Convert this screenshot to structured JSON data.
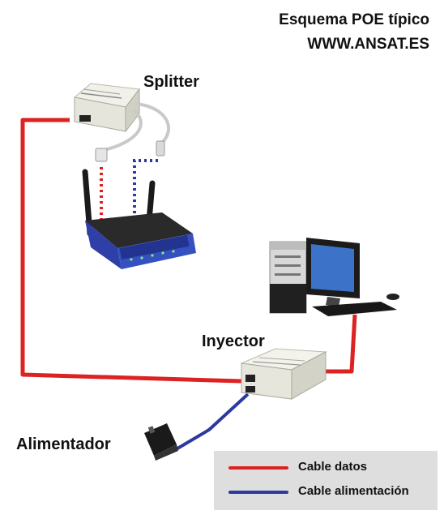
{
  "title": {
    "line1": "Esquema POE típico",
    "line2": "WWW.ANSAT.ES"
  },
  "labels": {
    "splitter": "Splitter",
    "inyector": "Inyector",
    "alimentador": "Alimentador"
  },
  "legend": {
    "items": [
      {
        "label": "Cable datos",
        "color": "#dd2222"
      },
      {
        "label": "Cable alimentación",
        "color": "#2c3aa0"
      }
    ]
  },
  "colors": {
    "data_cable": "#dd2222",
    "power_cable": "#2c3aa0",
    "legend_bg": "#dedede"
  },
  "icons": [
    "splitter-device-icon",
    "router-icon",
    "desktop-computer-icon",
    "injector-device-icon",
    "power-adapter-icon"
  ]
}
